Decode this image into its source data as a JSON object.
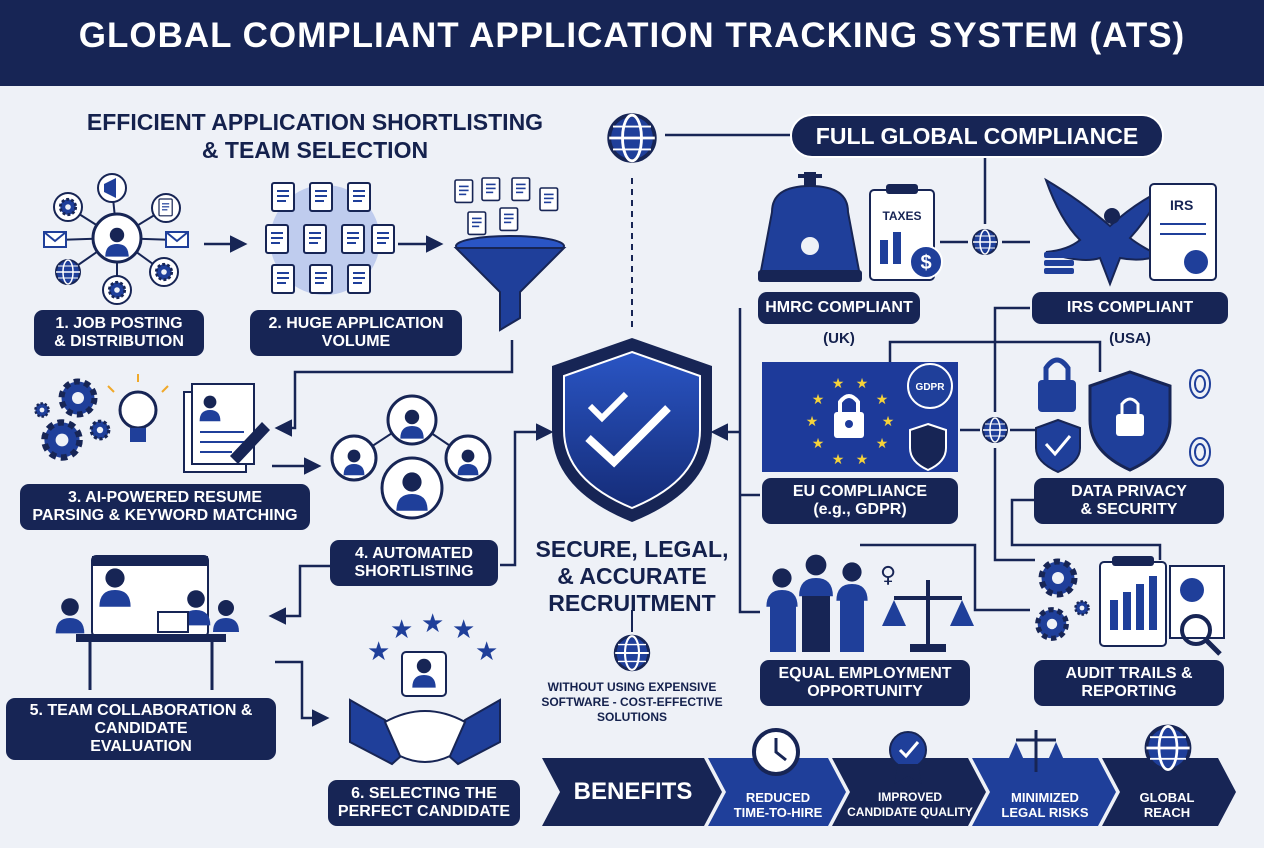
{
  "title": "GLOBAL COMPLIANT APPLICATION TRACKING SYSTEM (ATS)",
  "left_heading": "EFFICIENT APPLICATION SHORTLISTING\n& TEAM SELECTION",
  "steps": [
    "1. JOB POSTING\n& DISTRIBUTION",
    "2. HUGE APPLICATION\nVOLUME",
    "3. AI-POWERED RESUME\nPARSING & KEYWORD MATCHING",
    "4. AUTOMATED\nSHORTLISTING",
    "5. TEAM COLLABORATION &\nCANDIDATE\nEVALUATION",
    "6. SELECTING THE\nPERFECT CANDIDATE"
  ],
  "center": {
    "headline": "SECURE, LEGAL,\n& ACCURATE\nRECRUITMENT",
    "note": "WITHOUT USING EXPENSIVE\nSOFTWARE - COST-EFFECTIVE\nSOLUTIONS"
  },
  "compliance": {
    "heading": "FULL GLOBAL COMPLIANCE",
    "hmrc": "HMRC COMPLIANT",
    "hmrc_region": "(UK)",
    "taxes_doc": "TAXES",
    "irs": "IRS COMPLIANT",
    "irs_region": "(USA)",
    "irs_doc": "IRS",
    "gdpr_badge": "GDPR",
    "eu": "EU COMPLIANCE\n(e.g., GDPR)",
    "privacy": "DATA PRIVACY\n& SECURITY",
    "eeo": "EQUAL EMPLOYMENT\nOPPORTUNITY",
    "audit": "AUDIT TRAILS &\nREPORTING"
  },
  "benefits": {
    "heading": "BENEFITS",
    "items": [
      "REDUCED\nTIME-TO-HIRE",
      "IMPROVED\nCANDIDATE QUALITY",
      "MINIMIZED\nLEGAL RISKS",
      "GLOBAL\nREACH"
    ]
  },
  "colors": {
    "navy": "#172555",
    "blue": "#1f3f9a",
    "bg": "#eef1f7"
  }
}
